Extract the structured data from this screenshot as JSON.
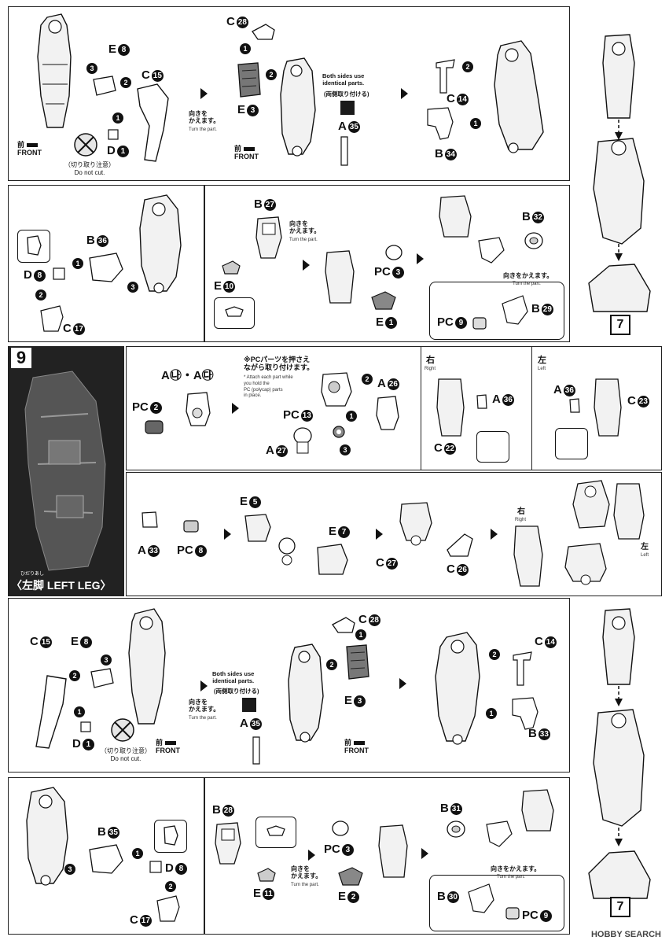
{
  "labels": {
    "e8": "E",
    "e8n": "8",
    "c15": "C",
    "c15n": "15",
    "d1": "D",
    "d1n": "1",
    "c28": "C",
    "c28n": "28",
    "e3": "E",
    "e3n": "3",
    "a35": "A",
    "a35n": "35",
    "c14": "C",
    "c14n": "14",
    "b34": "B",
    "b34n": "34",
    "b36": "B",
    "b36n": "36",
    "d8": "D",
    "d8n": "8",
    "c17": "C",
    "c17n": "17",
    "b27": "B",
    "b27n": "27",
    "e10": "E",
    "e10n": "10",
    "pc3": "PC",
    "pc3n": "3",
    "e1": "E",
    "e1n": "1",
    "b32": "B",
    "b32n": "32",
    "pc9": "PC",
    "pc9n": "9",
    "b29": "B",
    "b29n": "29",
    "a23a24": "A㉯・A㉰",
    "pc2": "PC",
    "pc2n": "2",
    "a26": "A",
    "a26n": "26",
    "pc13": "PC",
    "pc13n": "13",
    "a27": "A",
    "a27n": "27",
    "a36r": "A",
    "a36rn": "36",
    "c22": "C",
    "c22n": "22",
    "a36l": "A",
    "a36ln": "36",
    "c23": "C",
    "c23n": "23",
    "a33": "A",
    "a33n": "33",
    "pc8": "PC",
    "pc8n": "8",
    "e5": "E",
    "e5n": "5",
    "e7": "E",
    "e7n": "7",
    "c27": "C",
    "c27n": "27",
    "c26": "C",
    "c26n": "26",
    "c15b": "C",
    "c15bn": "15",
    "e8b": "E",
    "e8bn": "8",
    "d1b": "D",
    "d1bn": "1",
    "c28b": "C",
    "c28bn": "28",
    "e3b": "E",
    "e3bn": "3",
    "a35b": "A",
    "a35bn": "35",
    "c14b": "C",
    "c14bn": "14",
    "b33": "B",
    "b33n": "33",
    "b35": "B",
    "b35n": "35",
    "d8b": "D",
    "d8bn": "8",
    "c17b": "C",
    "c17bn": "17",
    "b28": "B",
    "b28n": "28",
    "e11": "E",
    "e11n": "11",
    "pc3b": "PC",
    "pc3bn": "3",
    "e2": "E",
    "e2n": "2",
    "b31": "B",
    "b31n": "31",
    "b30": "B",
    "b30n": "30",
    "pc9b": "PC",
    "pc9bn": "9"
  },
  "text": {
    "front_jp": "前",
    "front_en": "FRONT",
    "do_not_cut_jp": "（切り取り注意）",
    "do_not_cut_en": "Do not cut.",
    "turn_jp": "向きを\nかえます。",
    "turn_en": "Turn the part.",
    "turn_jp_inline": "向きをかえます。",
    "both_sides_en": "Both sides use\nidentical parts.",
    "both_sides_jp": "(両側取り付ける)",
    "pc_note_jp": "※PCパーツを押さえ\nながら取り付けます。",
    "pc_note_en": "* Attach each part while\nyou hold the\nPC (polycap) parts\nin place.",
    "right_jp": "右",
    "right_en": "Right",
    "left_jp": "左",
    "left_en": "Left",
    "section_number": "9",
    "section_title_jp": "〈左脚",
    "section_title_en": "LEFT LEG〉",
    "section_ruby": "ひだりあし",
    "step_ref": "7",
    "watermark": "HOBBY SEARCH"
  }
}
